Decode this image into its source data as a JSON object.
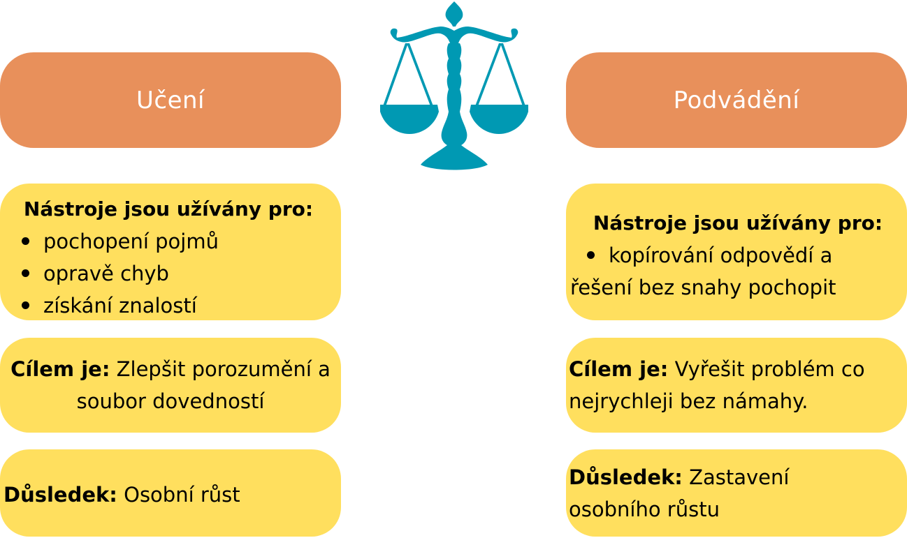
{
  "colors": {
    "header_bg": "#E8905B",
    "card_bg": "#FFDF5E",
    "icon": "#0099B3",
    "header_text": "#FFFFFF"
  },
  "icon": {
    "name": "scales-of-justice-icon"
  },
  "left": {
    "header": "Učení",
    "tools": {
      "title": "Nástroje jsou užívány pro:",
      "items": [
        "pochopení pojmů",
        "opravě chyb",
        "získání znalostí"
      ]
    },
    "goal": {
      "label": "Cílem je:",
      "text": " Zlepšit porozumění a soubor dovedností"
    },
    "consequence": {
      "label": "Důsledek:",
      "text": " Osobní růst"
    }
  },
  "right": {
    "header": "Podvádění",
    "tools": {
      "title": "Nástroje jsou užívány pro:",
      "items": [
        "kopírování odpovědí a",
        "řešení bez snahy pochopit"
      ]
    },
    "goal": {
      "label": "Cílem je:",
      "text": " Vyřešit problém co nejrychleji bez námahy."
    },
    "consequence": {
      "label": "Důsledek:",
      "text": " Zastavení osobního růstu"
    }
  }
}
